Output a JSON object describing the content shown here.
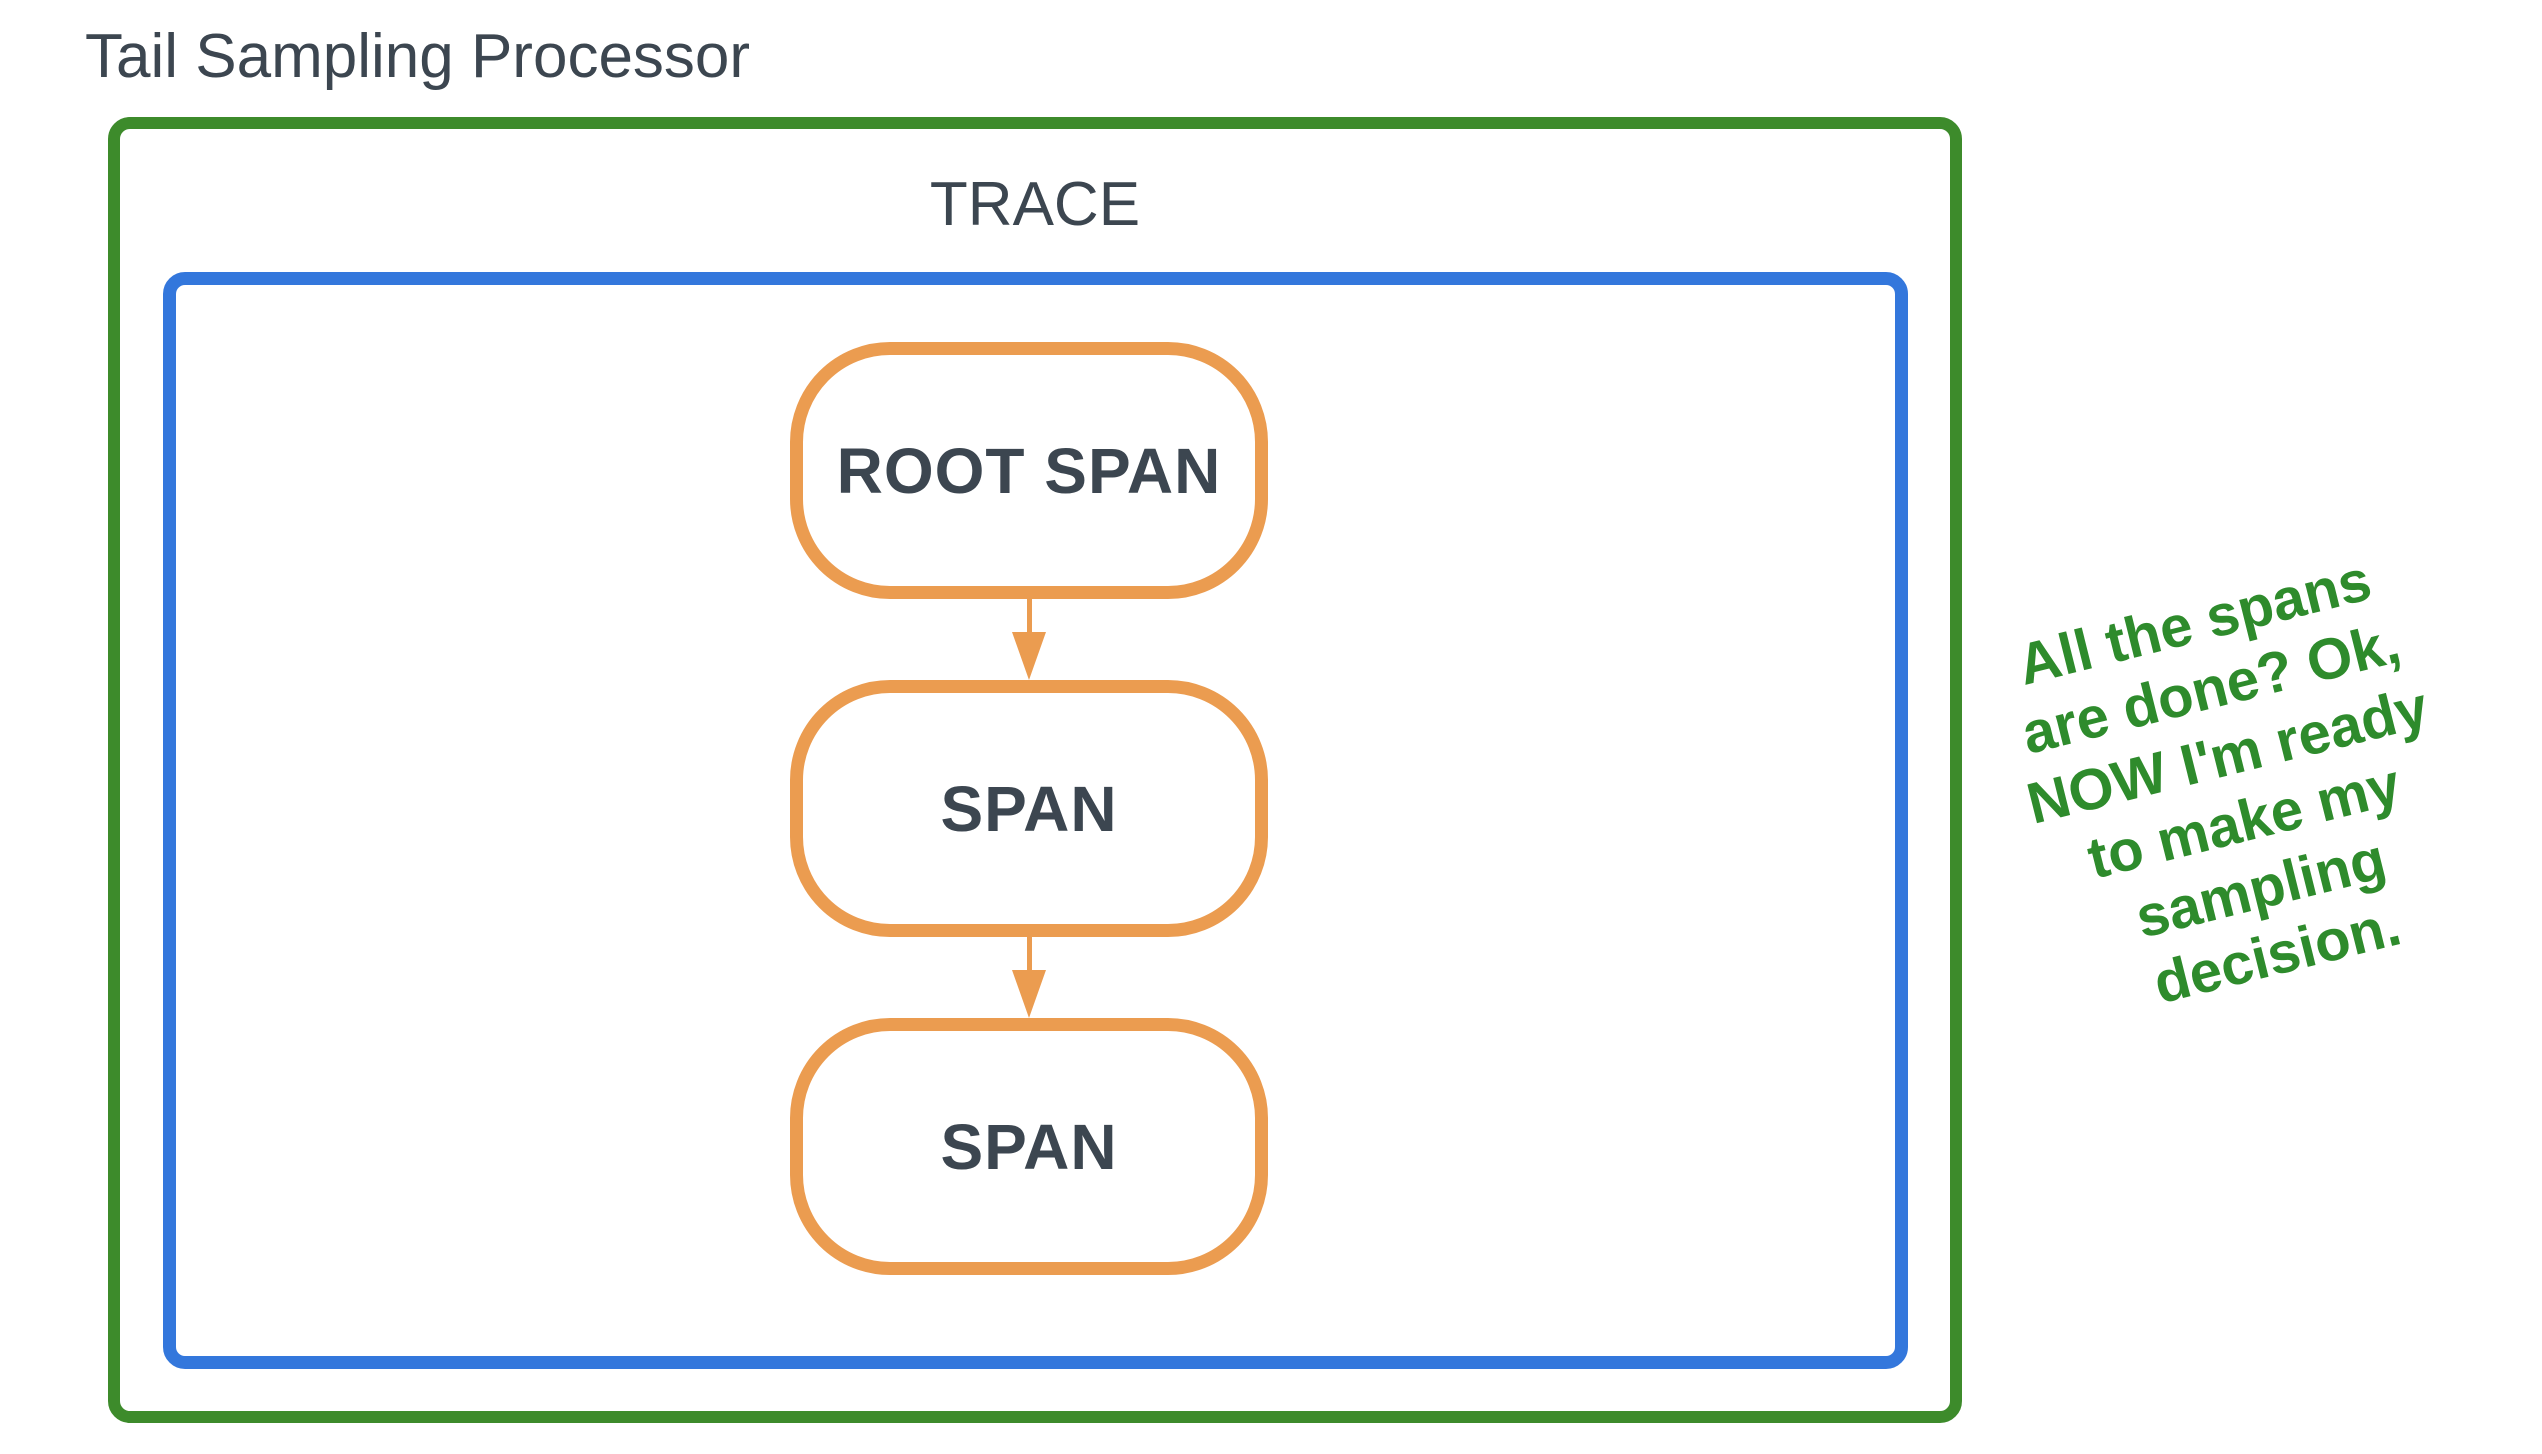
{
  "title": "Tail Sampling Processor",
  "diagram": {
    "trace_label": "TRACE",
    "nodes": [
      {
        "label": "ROOT SPAN"
      },
      {
        "label": "SPAN"
      },
      {
        "label": "SPAN"
      }
    ],
    "note": {
      "text": "All the spans are done? Ok, NOW I'm ready to make my sampling decision.",
      "lines": [
        "All the spans",
        "are done? Ok,",
        "NOW I'm ready",
        "to make my",
        "sampling",
        "decision."
      ]
    },
    "colors": {
      "outer_box_green": "#3D8B2B",
      "trace_box_blue": "#3377DC",
      "span_box_orange": "#EB9C50",
      "label_dark": "#3C4650",
      "note_green": "#2E8B2C"
    }
  }
}
